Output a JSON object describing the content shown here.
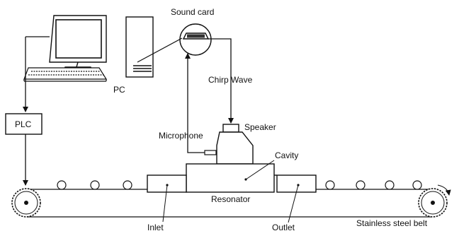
{
  "labels": {
    "sound_card": "Sound card",
    "pc": "PC",
    "chirp_wave": "Chirp Wave",
    "plc": "PLC",
    "speaker": "Speaker",
    "microphone": "Microphone",
    "cavity": "Cavity",
    "resonator": "Resonator",
    "inlet": "Inlet",
    "outlet": "Outlet",
    "belt": "Stainless steel belt"
  },
  "colors": {
    "line": "#111111",
    "background": "#ffffff"
  },
  "icons": [
    "monitor-icon",
    "keyboard-icon",
    "pc-tower-icon",
    "sound-card-icon",
    "speaker-icon",
    "microphone-icon",
    "belt-roller-icon"
  ]
}
